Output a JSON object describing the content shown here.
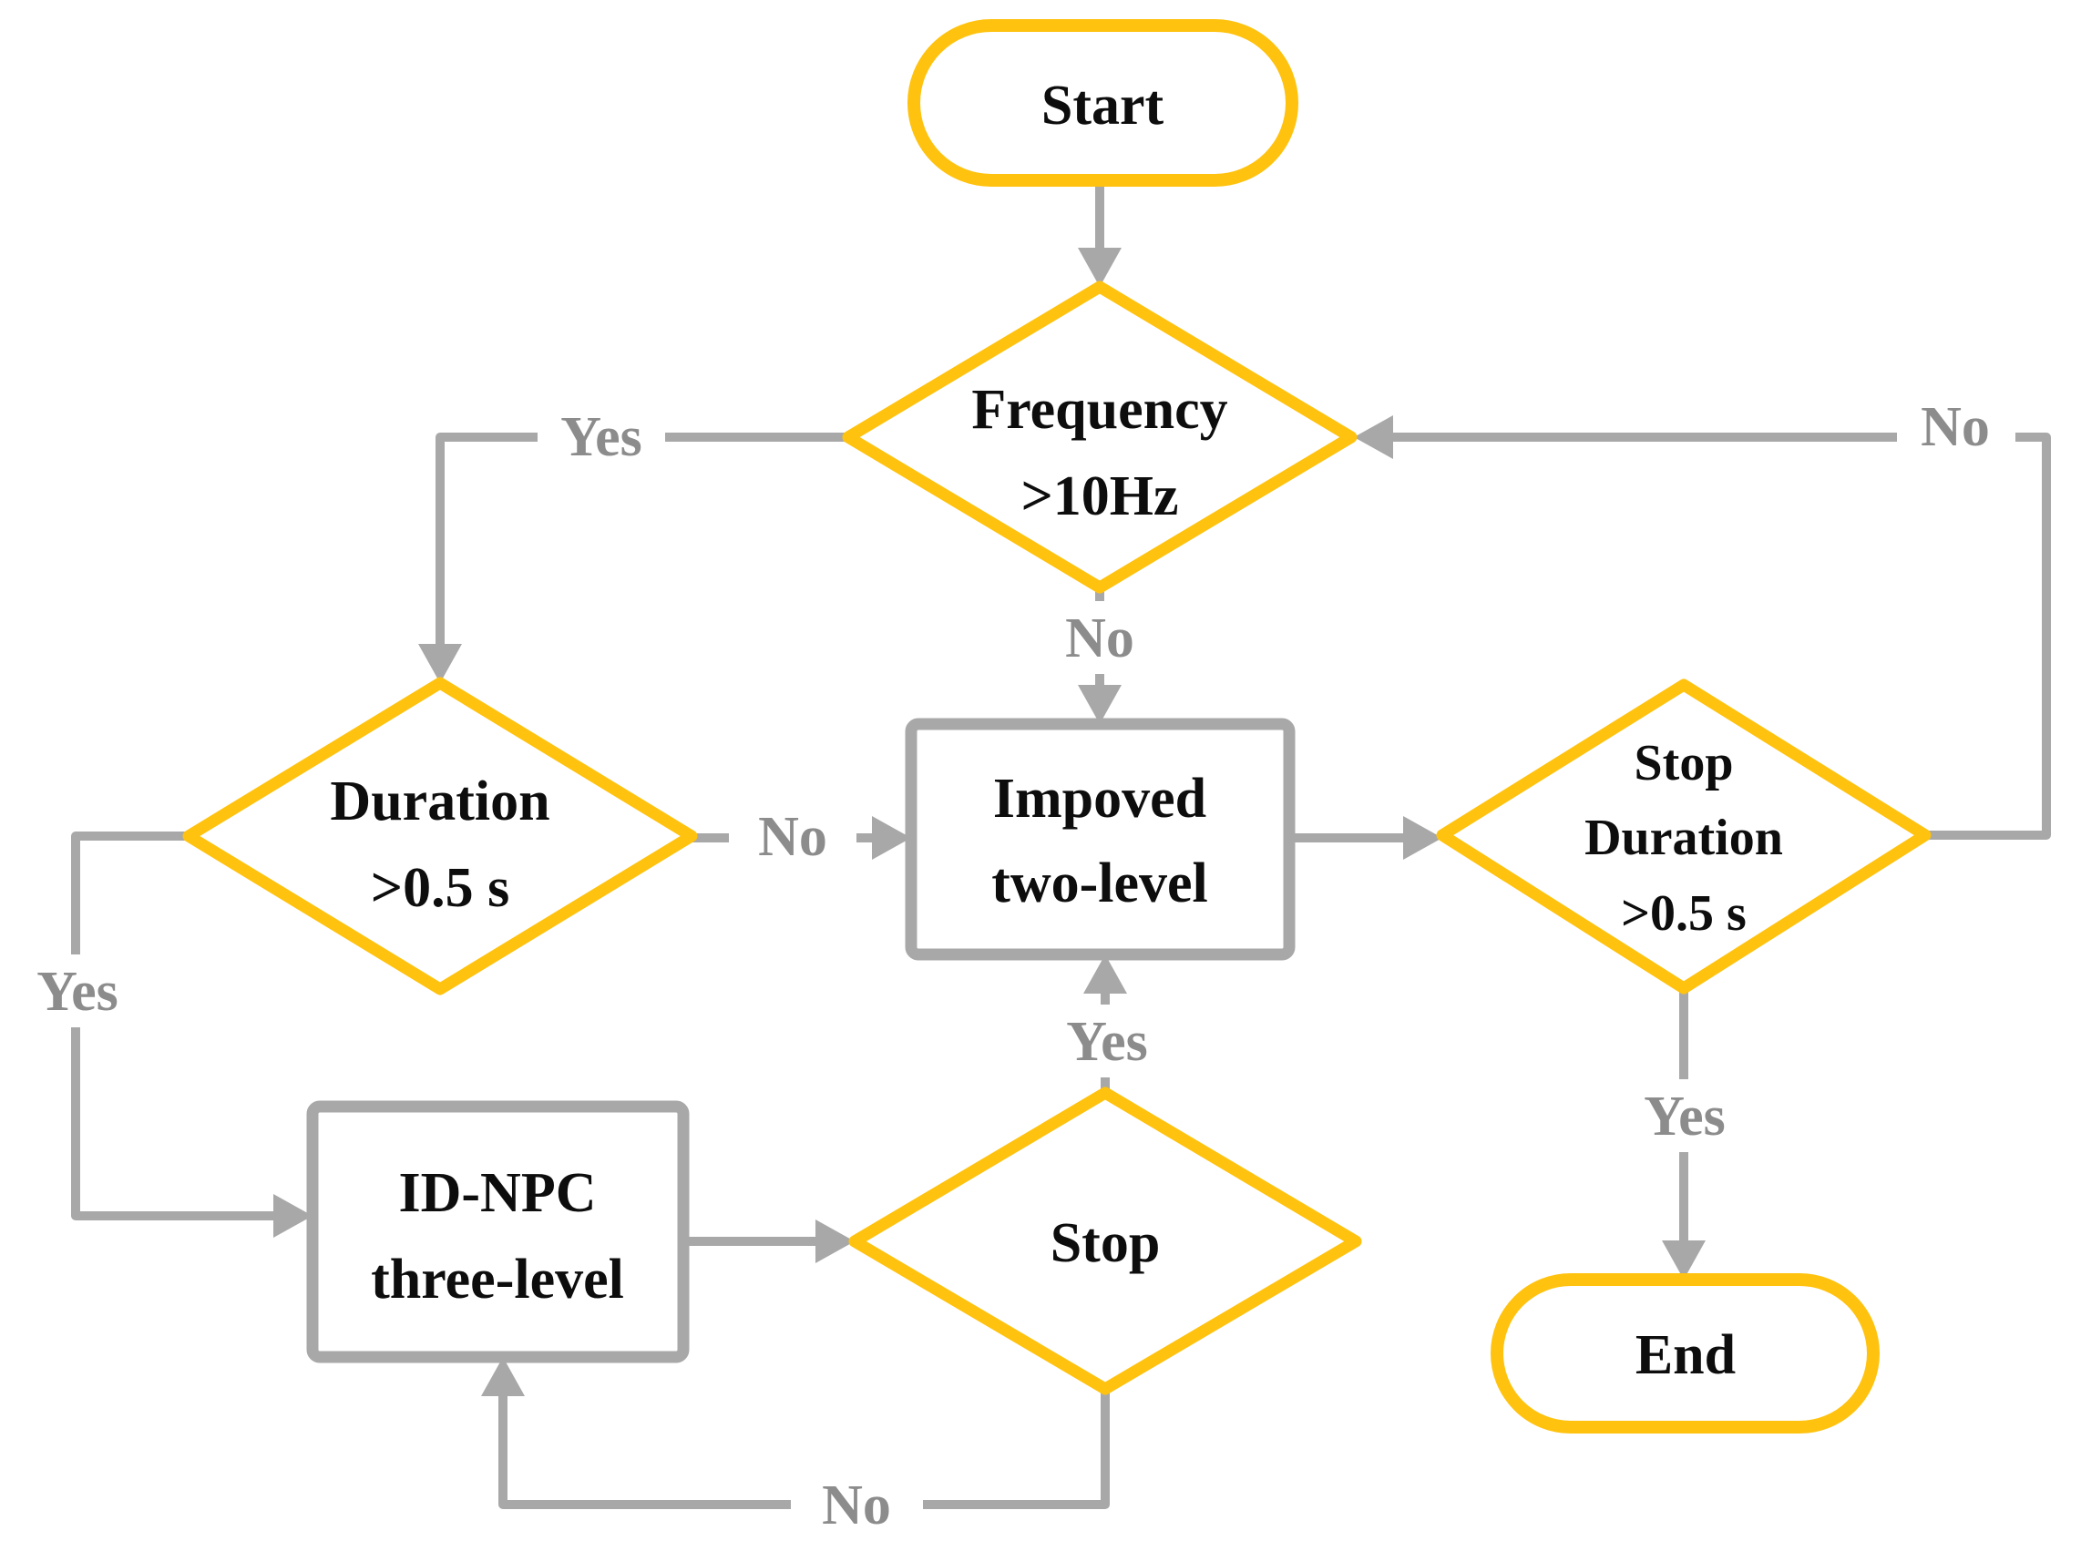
{
  "diagram": {
    "background": "#FFFFFF",
    "colors": {
      "decision_border": "#FFC20E",
      "terminator_border": "#FFC20E",
      "process_border": "#A8A8A8",
      "connector": "#A8A8A8",
      "edge_label": "#8C8C8C",
      "node_text": "#0D0D0D",
      "background": "#FFFFFF"
    },
    "nodes": {
      "start": {
        "type": "terminator",
        "label": "Start"
      },
      "frequency": {
        "type": "decision",
        "lines": [
          "Frequency",
          ">10Hz"
        ]
      },
      "duration": {
        "type": "decision",
        "lines": [
          "Duration",
          ">0.5 s"
        ]
      },
      "improved_two_level": {
        "type": "process",
        "lines": [
          "Impoved",
          "two-level"
        ]
      },
      "stop_duration": {
        "type": "decision",
        "lines": [
          "Stop",
          "Duration",
          ">0.5 s"
        ]
      },
      "id_npc_three_level": {
        "type": "process",
        "lines": [
          "ID-NPC",
          "three-level"
        ]
      },
      "stop": {
        "type": "decision",
        "label": "Stop"
      },
      "end": {
        "type": "terminator",
        "label": "End"
      }
    },
    "edge_labels": {
      "frequency_yes": "Yes",
      "frequency_no": "No",
      "duration_no": "No",
      "duration_yes": "Yes",
      "stop_duration_no": "No",
      "stop_duration_yes": "Yes",
      "stop_yes": "Yes",
      "stop_no": "No"
    }
  }
}
